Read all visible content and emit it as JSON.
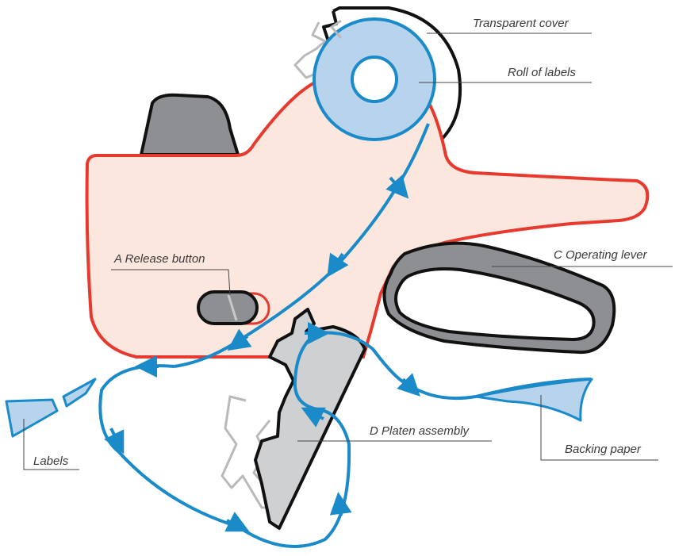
{
  "labels": {
    "transparent_cover": "Transparent cover",
    "roll_of_labels": "Roll of labels",
    "operating_lever": "C  Operating lever",
    "release_button": "A  Release button",
    "platen_assembly": "D  Platen assembly",
    "labels": "Labels",
    "backing_paper": "Backing paper"
  },
  "colors": {
    "body_outline": "#e8392e",
    "body_fill": "#fce7de",
    "path_blue": "#1a8ac8",
    "roll_fill": "#b8d4ec",
    "dark_part": "#8e8f93",
    "platen_fill": "#cfd0d2",
    "outline": "#111111",
    "ghost": "#b9b9b9",
    "leader": "#444444"
  },
  "icons": {
    "arrowheads": "triangle-arrow-icon"
  }
}
